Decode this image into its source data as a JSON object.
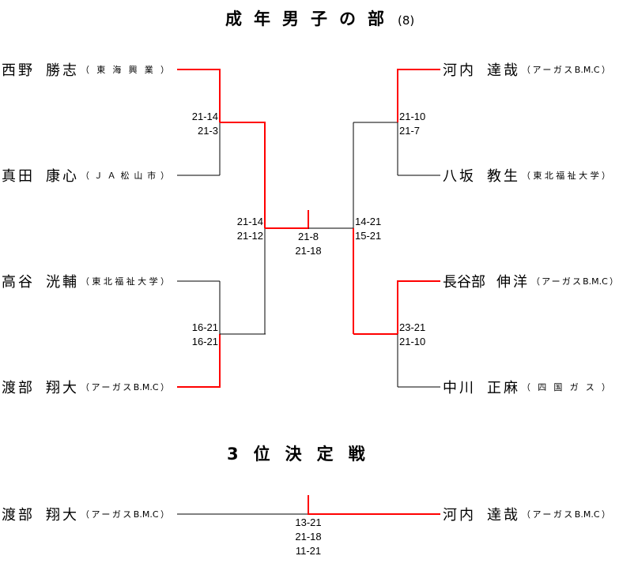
{
  "main_title": {
    "label": "成年男子の部",
    "count": "(8)"
  },
  "third_title": {
    "label": "3位決定戦"
  },
  "colors": {
    "win": "#ff0000",
    "line": "#000000"
  },
  "players": {
    "l1": {
      "surname": "西野",
      "given": "勝志",
      "affiliation": "（東海興業）"
    },
    "l2": {
      "surname": "真田",
      "given": "康心",
      "affiliation": "（ＪＡ松山市）"
    },
    "l3": {
      "surname": "高谷",
      "given": "洸輔",
      "affiliation": "（東北福祉大学）"
    },
    "l4": {
      "surname": "渡部",
      "given": "翔大",
      "affiliation": "（アーガスB.M.C）"
    },
    "r1": {
      "surname": "河内",
      "given": "達哉",
      "affiliation": "（アーガスB.M.C）"
    },
    "r2": {
      "surname": "八坂",
      "given": "教生",
      "affiliation": "（東北福祉大学）"
    },
    "r3": {
      "surname": "長谷部",
      "given": "伸洋",
      "affiliation": "（アーガスB.M.C）"
    },
    "r4": {
      "surname": "中川",
      "given": "正麻",
      "affiliation": "（四国ガス）"
    },
    "t1": {
      "surname": "渡部",
      "given": "翔大",
      "affiliation": "（アーガスB.M.C）"
    },
    "t2": {
      "surname": "河内",
      "given": "達哉",
      "affiliation": "（アーガスB.M.C）"
    }
  },
  "matches": {
    "qf_l1": {
      "winner": "top",
      "scores": [
        "21-14",
        "21-3"
      ]
    },
    "qf_l2": {
      "winner": "bottom",
      "scores": [
        "16-21",
        "16-21"
      ]
    },
    "sf_l": {
      "winner": "top",
      "scores": [
        "21-14",
        "21-12"
      ]
    },
    "qf_r1": {
      "winner": "top",
      "scores": [
        "21-10",
        "21-7"
      ]
    },
    "qf_r2": {
      "winner": "top",
      "scores": [
        "23-21",
        "21-10"
      ]
    },
    "sf_r": {
      "winner": "bottom",
      "scores": [
        "14-21",
        "15-21"
      ]
    },
    "final": {
      "winner": "left",
      "scores": [
        "21-8",
        "21-18"
      ]
    },
    "third": {
      "winner": "right",
      "scores": [
        "13-21",
        "21-18",
        "11-21"
      ]
    }
  }
}
